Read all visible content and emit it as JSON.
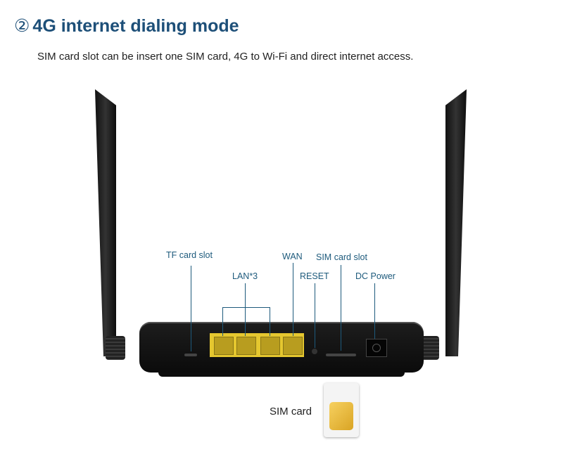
{
  "header": {
    "number": "②",
    "title": "4G internet dialing mode",
    "description": "SIM card slot can be insert one SIM card, 4G to Wi-Fi and direct internet access."
  },
  "labels": {
    "tf": "TF card slot",
    "lan": "LAN*3",
    "wan": "WAN",
    "reset": "RESET",
    "sim_slot": "SIM card slot",
    "dc": "DC Power"
  },
  "sim_card_label": "SIM card",
  "colors": {
    "title": "#1d4f78",
    "label": "#1d5a7c",
    "ports": "#e5c72f"
  }
}
